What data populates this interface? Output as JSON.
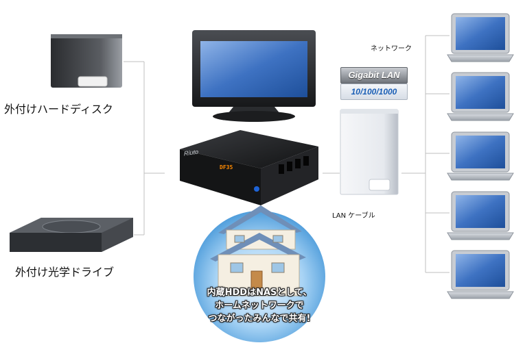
{
  "labels": {
    "external_hdd": "外付けハードディスク",
    "external_optical": "外付け光学ドライブ",
    "network": "ネットワーク",
    "lan_cable": "LAN ケーブル"
  },
  "badge": {
    "top": "Gigabit LAN",
    "bottom": "10/100/1000"
  },
  "device": {
    "logo": "Riuto",
    "display": "DF35"
  },
  "caption": {
    "line1": "内蔵HDDはNASとして、",
    "line2": "ホームネットワークで",
    "line3": "つながったみんなで共有!"
  },
  "colors": {
    "connector_line": "#bfbfbf",
    "screen_blue": "#2f5fa8",
    "house_circle": "#6fb2e6",
    "house_roof": "#6f8fb8",
    "display_orange": "#ff8a00",
    "badge_text_blue": "#1b5fb5"
  },
  "icons": [
    "hdd-icon",
    "optical-drive-icon",
    "monitor-icon",
    "media-player-icon",
    "switch-hub-icon",
    "house-icon",
    "laptop-icon"
  ]
}
